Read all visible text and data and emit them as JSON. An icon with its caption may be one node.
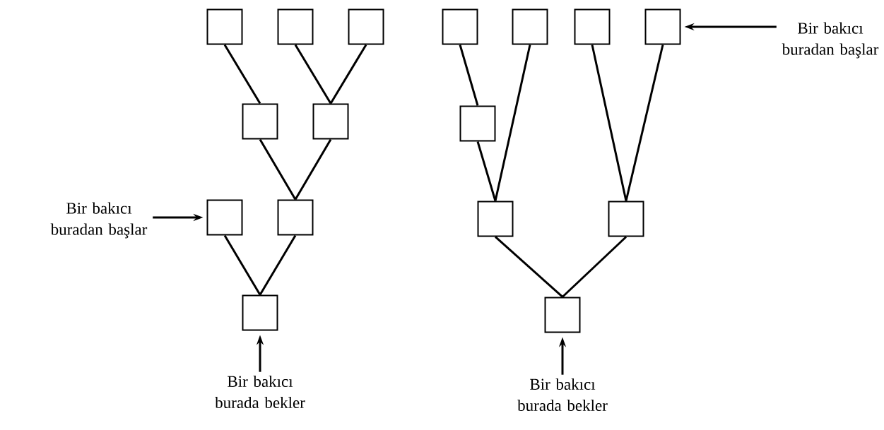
{
  "diagram": {
    "nodes": [
      {
        "text": [],
        "shape": "box"
      },
      {
        "text": [],
        "shape": "box"
      },
      {
        "text": [],
        "shape": "box"
      },
      {
        "text": [],
        "shape": "box"
      },
      {
        "text": [],
        "shape": "box"
      },
      {
        "text": [],
        "shape": "box"
      },
      {
        "text": [],
        "shape": "box"
      },
      {
        "text": [
          "Bir bakıcı buradan başlar"
        ]
      },
      {
        "text": [],
        "shape": "box"
      },
      {
        "text": [],
        "shape": "box"
      },
      {
        "text": [],
        "shape": "box"
      },
      {
        "text": [
          "Bir bakıcı buradan başlar"
        ]
      },
      {
        "text": [],
        "shape": "box"
      },
      {
        "text": [],
        "shape": "box"
      },
      {
        "text": [],
        "shape": "box"
      },
      {
        "text": [],
        "shape": "box"
      },
      {
        "text": [],
        "shape": "box"
      },
      {
        "text": [],
        "shape": "box"
      },
      {
        "text": [
          "Bir bakıcı burada bekler"
        ]
      },
      {
        "text": [
          "Bir bakıcı burada bekler"
        ]
      }
    ],
    "edges": [
      {
        "from": 0,
        "to": 8,
        "arrow": "none"
      },
      {
        "from": 1,
        "to": 9,
        "arrow": "none"
      },
      {
        "from": 2,
        "to": 9,
        "arrow": "none"
      },
      {
        "from": 8,
        "to": 13,
        "arrow": "none"
      },
      {
        "from": 9,
        "to": 13,
        "arrow": "none"
      },
      {
        "from": 12,
        "to": 16,
        "arrow": "none"
      },
      {
        "from": 13,
        "to": 16,
        "arrow": "none"
      },
      {
        "from": 3,
        "to": 10,
        "arrow": "none"
      },
      {
        "from": 10,
        "to": 14,
        "arrow": "none"
      },
      {
        "from": 4,
        "to": 14,
        "arrow": "none"
      },
      {
        "from": 5,
        "to": 15,
        "arrow": "none"
      },
      {
        "from": 6,
        "to": 15,
        "arrow": "none"
      },
      {
        "from": 14,
        "to": 17,
        "arrow": "none"
      },
      {
        "from": 15,
        "to": 17,
        "arrow": "none"
      },
      {
        "from": 7,
        "to": 6,
        "arrow": "to"
      },
      {
        "from": 11,
        "to": 12,
        "arrow": "to"
      },
      {
        "from": 18,
        "to": 16,
        "arrow": "to"
      },
      {
        "from": 19,
        "to": 17,
        "arrow": "to"
      }
    ]
  }
}
